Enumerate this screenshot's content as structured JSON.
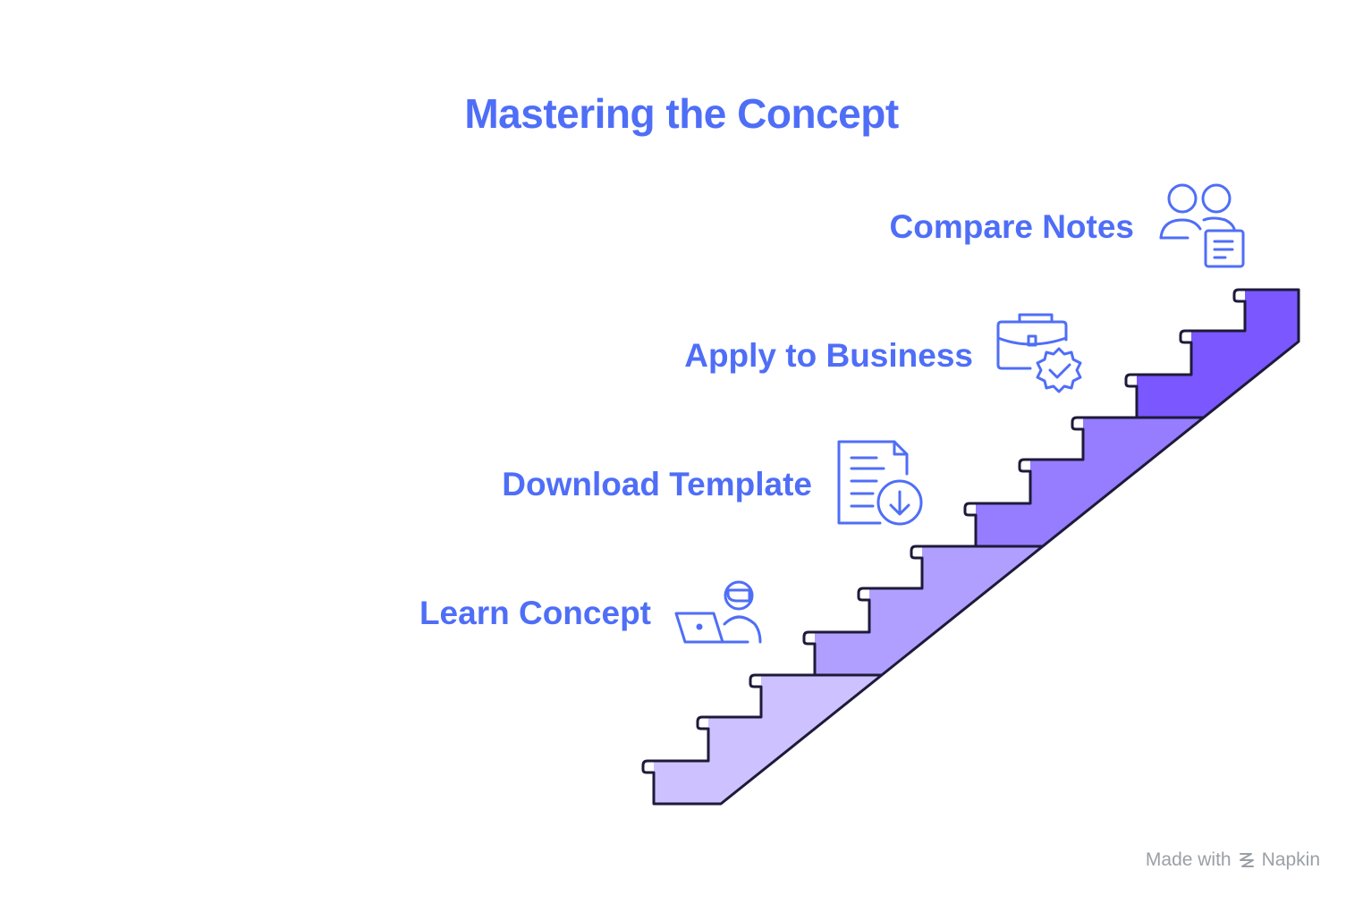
{
  "title": "Mastering the Concept",
  "steps": [
    {
      "label": "Learn Concept",
      "icon": "person-laptop-icon"
    },
    {
      "label": "Download Template",
      "icon": "document-download-icon"
    },
    {
      "label": "Apply to Business",
      "icon": "briefcase-check-icon"
    },
    {
      "label": "Compare Notes",
      "icon": "people-notes-icon"
    }
  ],
  "colors": {
    "text": "#4F6EF7",
    "step1": "#CDC2FF",
    "step2": "#B19FFF",
    "step3": "#967CFF",
    "step4": "#7A57FF",
    "outline": "#1E1A3A"
  },
  "footer": {
    "made_with": "Made with",
    "brand": "Napkin"
  }
}
